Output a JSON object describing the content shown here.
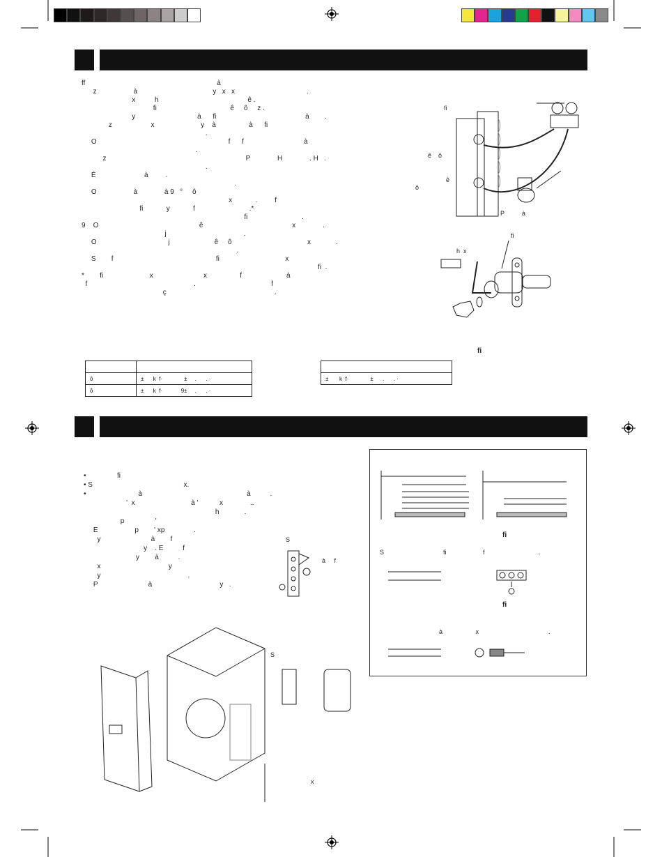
{
  "printer_marks": {
    "grayscale": [
      "#000000",
      "#111111",
      "#1e1a1a",
      "#2e2828",
      "#403838",
      "#555050",
      "#6e6666",
      "#8c8484",
      "#aaa4a4",
      "#cccccc",
      "#ffffff"
    ],
    "colors": [
      "#f5e73a",
      "#e5258f",
      "#1aa3dc",
      "#283c8f",
      "#12a24a",
      "#e3222e",
      "#111111",
      "#f7f39a",
      "#f28cc0",
      "#62c6ef",
      "#8a8a8a"
    ]
  },
  "section1": {
    "paragraph_lines": [
      "ff                                                                    à",
      "      z                   à                                       y   x   x                                     .",
      "                          x          h                                              ê .",
      "                                     fi                                      ê     ô     z .",
      "                          y                                à      fi                                              à        .",
      "              z                    x                        y    à                 à      fi",
      "                                                                .",
      "     O                                                                    f      f                               à",
      "                                                           .",
      "           z                                                                        P              H              . H   .",
      "                                                                .",
      "     É                         à         .",
      "                                                                               .",
      "     O                   à              à 9   °     ô",
      "                                                                            x            .         f",
      "                              fi            y            f                            .*",
      "                                                                                    fi                            .",
      "9    O                                                    ê                                              x              .",
      "                                           j                                        .",
      "     O                                     j                       ê     ô                                       x             .",
      "                                                                                .",
      "     S        f                                                     fi                                  x",
      "                                                                                                                          fi  .",
      "",
      "*        fi                        x                          x                 f                       à",
      "  f                                                       .                                       f",
      "                                          ç                                                        ."
    ],
    "figure1_labels": {
      "gauge_label": "fi",
      "valve_label_1": "ê    ô",
      "valve_label_2": "ê",
      "hose_label": "ô",
      "pump_label": "P          à"
    },
    "figure2_labels": {
      "wrench_label": "h  x",
      "torque_label": "fi",
      "caption": "fi"
    },
    "table_left": {
      "rows": [
        [
          "",
          ""
        ],
        [
          "ô",
          "±      k  f·              ±     .      . ·"
        ],
        [
          "ô",
          "±      k  f·            9±     .      . ·"
        ]
      ]
    },
    "table_right": {
      "rows": [
        [
          ""
        ],
        [
          "±       k  f·              ±      .      . ·"
        ]
      ]
    }
  },
  "section2": {
    "bullet_lines": [
      "•                fi",
      "• S                                               x.",
      "•                           à                                                      à          .",
      "                      '  x                             à '           x              ..",
      "                                                                    h             .",
      "                   p                '",
      "     E                   p        ' xp               .",
      "",
      "",
      "       y                          à        f",
      "                               y    . E          f",
      "                           y        à          .",
      "       x                                   y",
      "       y                                             .",
      "     P                          à                                   y   ."
    ],
    "bracket_label": "S",
    "bracket_note": "à     f",
    "unit_label": "S",
    "unit_note": "x",
    "wiring_box": {
      "caption_1": "fi",
      "text_1": "S                                  fi                     f                               .",
      "caption_2": "fi",
      "text_2": "                                  à                   x                                        ."
    }
  }
}
